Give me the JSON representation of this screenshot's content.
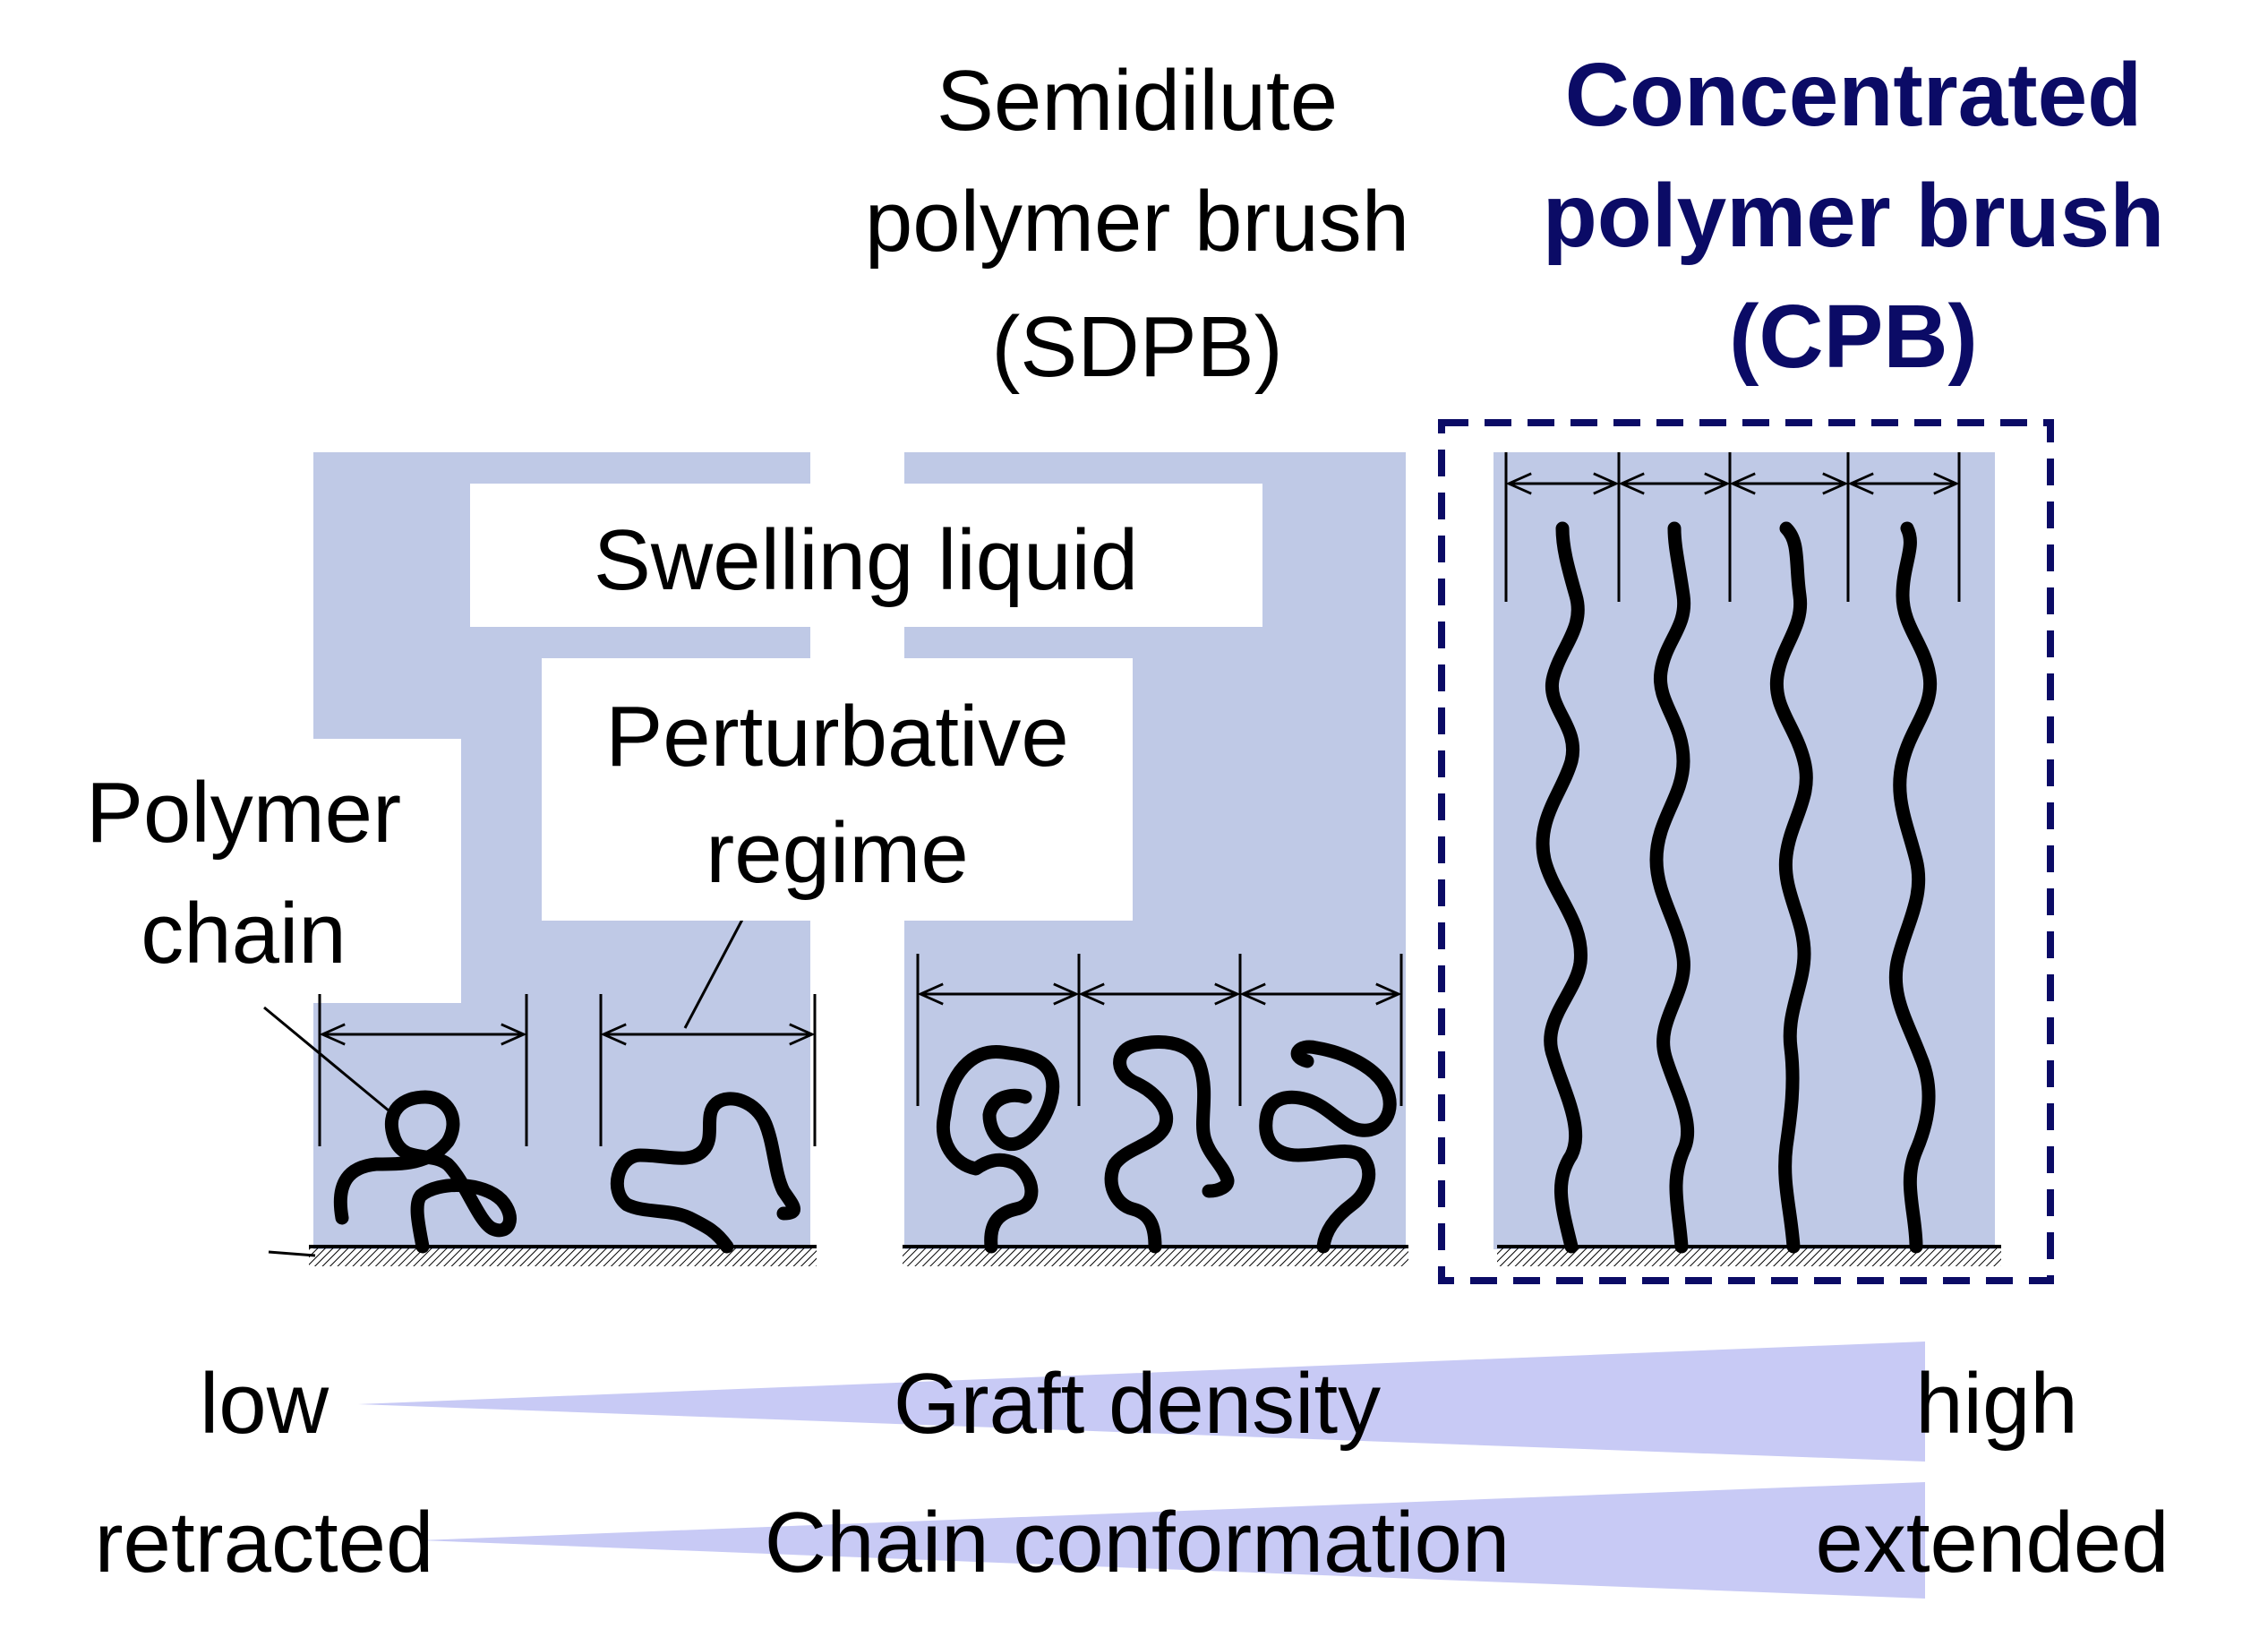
{
  "headings": {
    "sdpb": [
      "Semidilute",
      "polymer brush",
      "(SDPB)"
    ],
    "cpb": [
      "Concentrated",
      "polymer brush",
      "(CPB)"
    ]
  },
  "labels": {
    "swelling_liquid": "Swelling liquid",
    "perturbative": [
      "Perturbative",
      "regime"
    ],
    "polymer_chain": [
      "Polymer",
      "chain"
    ]
  },
  "scales": {
    "graft_density": {
      "title": "Graft density",
      "low": "low",
      "high": "high"
    },
    "chain_conformation": {
      "title": "Chain conformation",
      "low": "retracted",
      "high": "extended"
    }
  },
  "colors": {
    "liquid": "#bfc9e6",
    "wedge": "#c8caf5",
    "cpb_accent": "#0b0b66",
    "chain": "#000000"
  }
}
